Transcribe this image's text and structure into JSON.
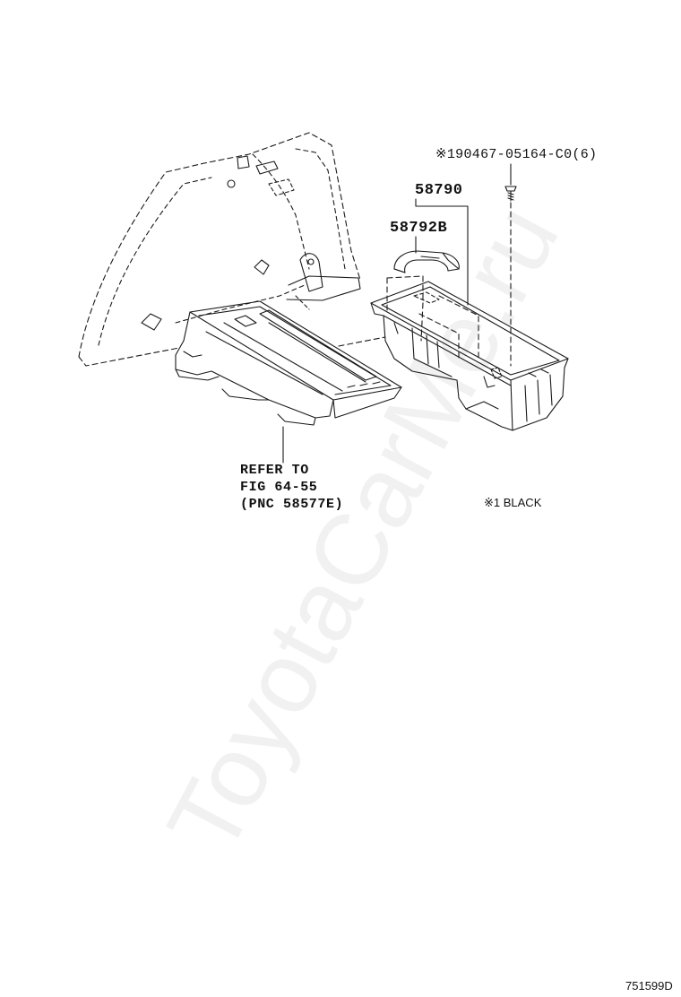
{
  "watermark": "ToyotaCarMe.ru",
  "labels": {
    "screw_part": "※190467-05164-C0(6)",
    "tray_assy": "58790",
    "tray_sub": "58792B",
    "refer_line1": "REFER TO",
    "refer_line2": "FIG 64-55",
    "refer_line3": "(PNC 58577E)",
    "color_note": "※1 BLACK",
    "diagram_id": "751599D"
  },
  "colors": {
    "line": "#1a1a1a",
    "background": "#ffffff",
    "watermark": "#969696"
  }
}
